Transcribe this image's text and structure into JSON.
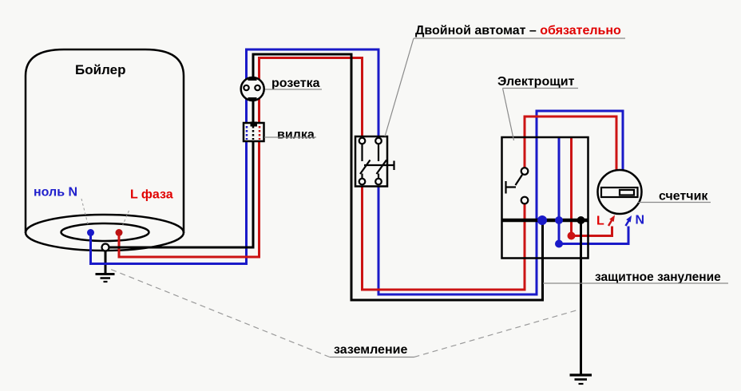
{
  "diagram": {
    "background_color": "#f8f8f6",
    "colors": {
      "phase_wire": "#cc1414",
      "neutral_wire": "#1a1ac8",
      "protective_earth_wire": "#000000",
      "leader_line": "#8a8a8a",
      "label_red": "#e00000",
      "label_blue": "#2020cc"
    },
    "labels": {
      "boiler": "Бойлер",
      "neutral_terminal": "ноль N",
      "phase_terminal": "L фаза",
      "socket": "розетка",
      "plug": "вилка",
      "breaker_prefix": "Двойной автомат – ",
      "breaker_emphasis": "обязательно",
      "panel": "Электрощит",
      "meter": "счетчик",
      "meter_phase": "L",
      "meter_neutral": "N",
      "protective_neutralization": "защитное зануление",
      "grounding": "заземление"
    }
  }
}
